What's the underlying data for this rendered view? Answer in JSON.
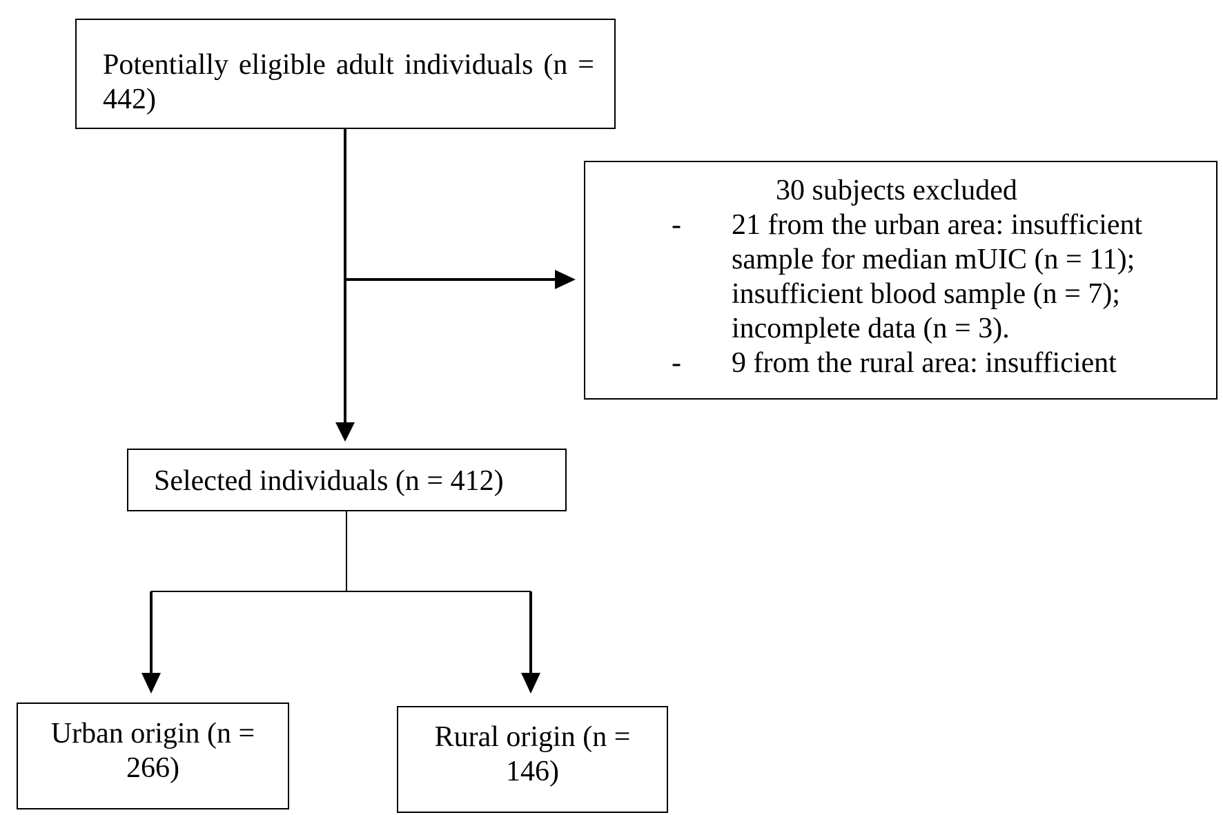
{
  "boxes": {
    "eligible": "Potentially eligible adult individuals (n = 442)",
    "excluded": {
      "title": "30 subjects excluded",
      "bullets": [
        {
          "dash": "-",
          "text": "21 from the urban area: insufficient sample for median mUIC (n = 11); insufficient blood sample (n = 7); incomplete data (n = 3)."
        },
        {
          "dash": "-",
          "text": "9 from the rural area: insufficient"
        }
      ]
    },
    "selected": "Selected individuals (n = 412)",
    "urban": {
      "line1": "Urban origin (n =",
      "line2": "266)"
    },
    "rural": {
      "line1": "Rural origin (n =",
      "line2": "146)"
    }
  }
}
